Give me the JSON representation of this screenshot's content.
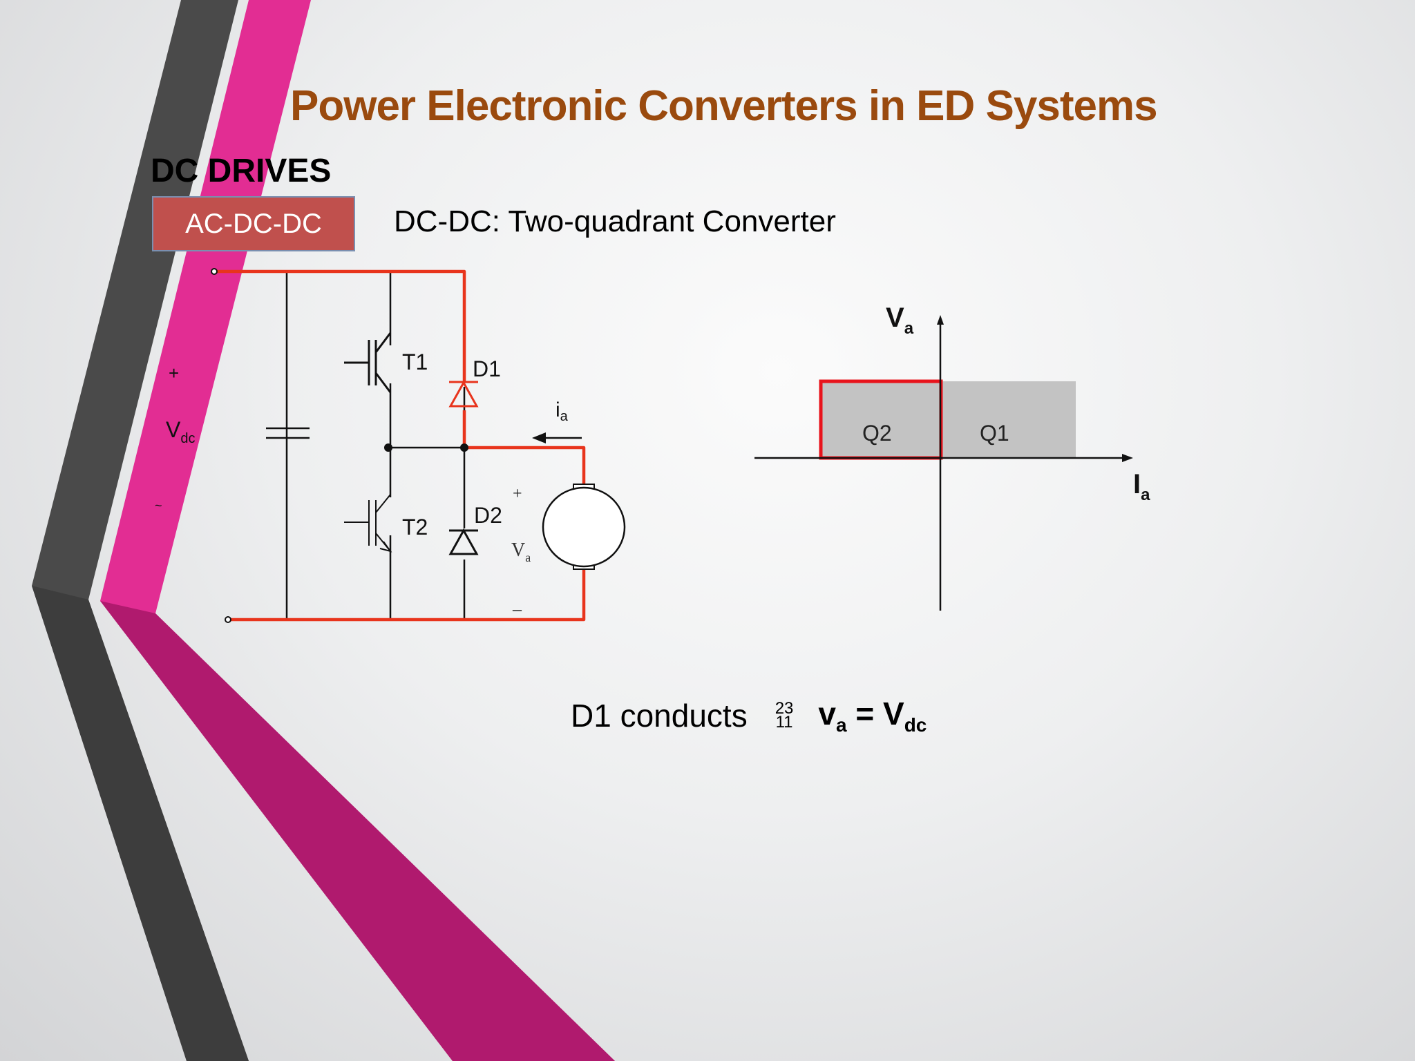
{
  "slide": {
    "title": "Power Electronic Converters in ED Systems",
    "heading": "DC DRIVES",
    "tag": "AC-DC-DC",
    "subtitle": "DC-DC: Two-quadrant Converter"
  },
  "circuit": {
    "plus": "+",
    "vdc_main": "V",
    "vdc_sub": "dc",
    "tilde": "~",
    "t1": "T1",
    "t2": "T2",
    "d1": "D1",
    "d2": "D2",
    "ia_main": "i",
    "ia_sub": "a",
    "motor_plus": "+",
    "va_main": "V",
    "va_sub": "a",
    "motor_minus": "–",
    "highlight_color": "#e8341c"
  },
  "quadrant": {
    "y_axis_main": "V",
    "y_axis_sub": "a",
    "x_axis_main": "I",
    "x_axis_sub": "a",
    "q1": "Q1",
    "q2": "Q2",
    "active_quadrant": "Q2",
    "fill_color": "#c3c3c3",
    "highlight_color": "#e8141c"
  },
  "equation": {
    "prefix": "D1 conducts",
    "frac_top": "23",
    "frac_bottom": "11",
    "lhs_main": "v",
    "lhs_sub": "a",
    "equals": " = ",
    "rhs_main": "V",
    "rhs_sub": "dc"
  }
}
